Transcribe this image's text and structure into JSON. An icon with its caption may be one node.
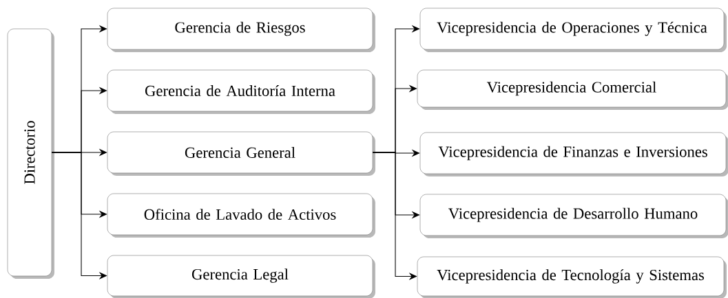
{
  "diagram": {
    "nodes": [
      {
        "text": [
          "Directorio"
        ]
      },
      {
        "text": [
          "Gerencia de Riesgos"
        ]
      },
      {
        "text": [
          "Gerencia de Auditoría Interna"
        ]
      },
      {
        "text": [
          "Gerencia General"
        ]
      },
      {
        "text": [
          "Oficina de Lavado de Activos"
        ]
      },
      {
        "text": [
          "Gerencia Legal"
        ]
      },
      {
        "text": [
          "Vicepresidencia de Operaciones y Técnica"
        ]
      },
      {
        "text": [
          "Vicepresidencia Comercial"
        ]
      },
      {
        "text": [
          "Vicepresidencia de Finanzas e Inversiones"
        ]
      },
      {
        "text": [
          "Vicepresidencia de Desarrollo Humano"
        ]
      },
      {
        "text": [
          "Vicepresidencia de Tecnología y Sistemas"
        ]
      }
    ],
    "edges": [
      {
        "from": 0,
        "to": 1,
        "arrow": "to"
      },
      {
        "from": 0,
        "to": 2,
        "arrow": "to"
      },
      {
        "from": 0,
        "to": 3,
        "arrow": "to"
      },
      {
        "from": 0,
        "to": 4,
        "arrow": "to"
      },
      {
        "from": 0,
        "to": 5,
        "arrow": "to"
      },
      {
        "from": 3,
        "to": 6,
        "arrow": "to"
      },
      {
        "from": 3,
        "to": 7,
        "arrow": "to"
      },
      {
        "from": 3,
        "to": 8,
        "arrow": "to"
      },
      {
        "from": 3,
        "to": 9,
        "arrow": "to"
      },
      {
        "from": 3,
        "to": 10,
        "arrow": "to"
      }
    ]
  }
}
